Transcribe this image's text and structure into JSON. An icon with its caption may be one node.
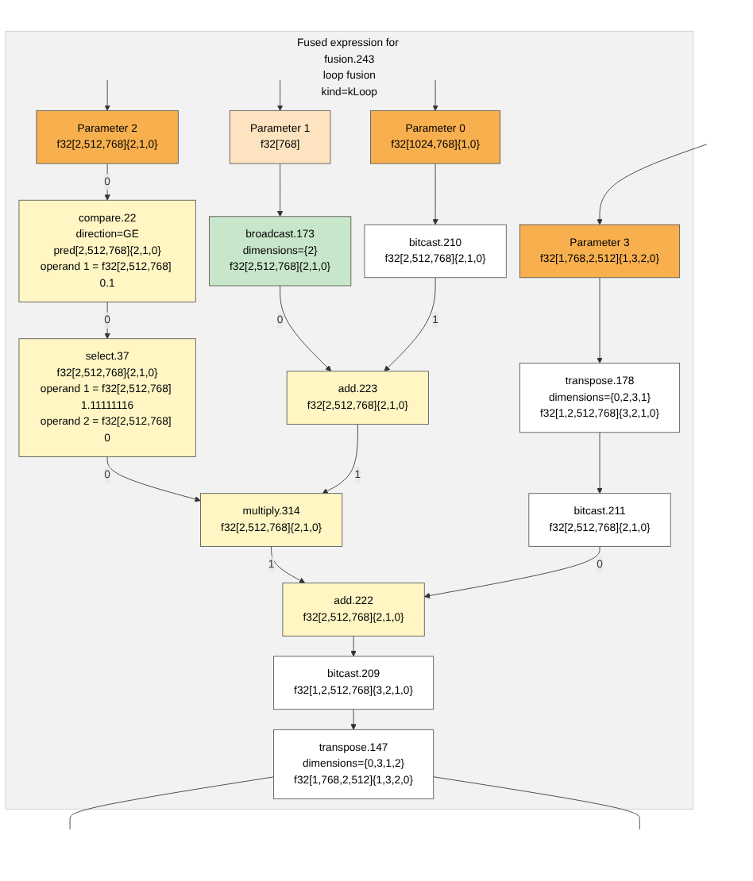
{
  "diagram": {
    "nodes": [
      {
        "text": [
          "Fused expression for fusion.243",
          "loop fusion",
          "kind=kLoop"
        ]
      },
      {
        "text": [
          "Parameter 2",
          "f32[2,512,768]{2,1,0}"
        ],
        "in": 0
      },
      {
        "text": [
          "Parameter 1",
          "f32[768]"
        ],
        "in": 0
      },
      {
        "text": [
          "Parameter 0",
          "f32[1024,768]{1,0}"
        ],
        "in": 0
      },
      {
        "text": [
          "compare.22",
          "direction=GE",
          "pred[2,512,768]{2,1,0}",
          "operand 1 = f32[2,512,768] 0.1"
        ],
        "in": 0
      },
      {
        "text": [
          "broadcast.173",
          "dimensions={2}",
          "f32[2,512,768]{2,1,0}"
        ],
        "in": 0
      },
      {
        "text": [
          "bitcast.210",
          "f32[2,512,768]{2,1,0}"
        ],
        "in": 0
      },
      {
        "text": [
          "Parameter 3",
          "f32[1,768,2,512]{1,3,2,0}"
        ],
        "in": 0
      },
      {
        "text": [
          "select.37",
          "f32[2,512,768]{2,1,0}",
          "operand 1 = f32[2,512,768] 1.11111116",
          "operand 2 = f32[2,512,768] 0"
        ],
        "in": 0
      },
      {
        "text": [
          "add.223",
          "f32[2,512,768]{2,1,0}"
        ],
        "in": 0
      },
      {
        "text": [
          "transpose.178",
          "dimensions={0,2,3,1}",
          "f32[1,2,512,768]{3,2,1,0}"
        ],
        "in": 0
      },
      {
        "text": [
          "multiply.314",
          "f32[2,512,768]{2,1,0}"
        ],
        "in": 0
      },
      {
        "text": [
          "bitcast.211",
          "f32[2,512,768]{2,1,0}"
        ],
        "in": 0
      },
      {
        "text": [
          "add.222",
          "f32[2,512,768]{2,1,0}"
        ],
        "in": 0
      },
      {
        "text": [
          "bitcast.209",
          "f32[1,2,512,768]{3,2,1,0}"
        ],
        "in": 0
      },
      {
        "text": [
          "transpose.147",
          "dimensions={0,3,1,2}",
          "f32[1,768,2,512]{1,3,2,0}"
        ],
        "in": 0
      }
    ],
    "edges": [
      {
        "from": null,
        "to": 1,
        "arrow": "to"
      },
      {
        "from": null,
        "to": 2,
        "arrow": "to"
      },
      {
        "from": null,
        "to": 3,
        "arrow": "to"
      },
      {
        "from": null,
        "to": 7,
        "arrow": "to"
      },
      {
        "from": 1,
        "to": 4,
        "arrow": "to",
        "label": "0"
      },
      {
        "from": 2,
        "to": 5,
        "arrow": "to"
      },
      {
        "from": 3,
        "to": 6,
        "arrow": "to"
      },
      {
        "from": 4,
        "to": 8,
        "arrow": "to",
        "label": "0"
      },
      {
        "from": 5,
        "to": 9,
        "arrow": "to",
        "label": "0"
      },
      {
        "from": 6,
        "to": 9,
        "arrow": "to",
        "label": "1"
      },
      {
        "from": 7,
        "to": 10,
        "arrow": "to"
      },
      {
        "from": 8,
        "to": 11,
        "arrow": "to",
        "label": "0"
      },
      {
        "from": 9,
        "to": 11,
        "arrow": "to",
        "label": "1"
      },
      {
        "from": 10,
        "to": 12,
        "arrow": "to"
      },
      {
        "from": 11,
        "to": 13,
        "arrow": "to",
        "label": "1"
      },
      {
        "from": 12,
        "to": 13,
        "arrow": "to",
        "label": "0"
      },
      {
        "from": 13,
        "to": 14,
        "arrow": "to"
      },
      {
        "from": 14,
        "to": 15,
        "arrow": "to"
      },
      {
        "from": 15,
        "to": null,
        "arrow": "none"
      },
      {
        "from": 15,
        "to": null,
        "arrow": "none"
      }
    ]
  }
}
